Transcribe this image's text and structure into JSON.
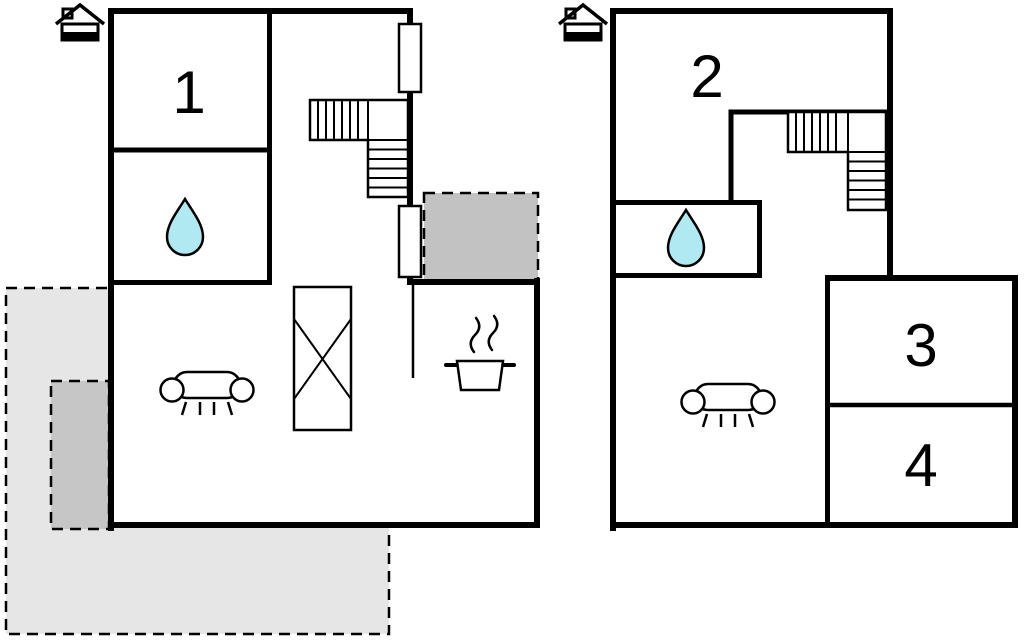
{
  "colors": {
    "wall": "#000000",
    "label_text": "#000000",
    "water_fill": "#b0e9f2",
    "terrace_fill": "#e6e6e6",
    "patio_fill": "#c6c6c6",
    "balcony_fill": "#c2c2c2",
    "furniture_fill": "#ffffff",
    "background": "#ffffff"
  },
  "floor_one": {
    "rooms": {
      "room1": {
        "label": "1"
      }
    },
    "icons": [
      "north-house-icon",
      "staircase-icon",
      "water-drop-icon",
      "sofa-icon",
      "dining-table-icon",
      "stove-icon",
      "window"
    ],
    "areas": [
      "terrace",
      "patio",
      "balcony"
    ]
  },
  "floor_two": {
    "rooms": {
      "room2": {
        "label": "2"
      },
      "room3": {
        "label": "3"
      },
      "room4": {
        "label": "4"
      }
    },
    "icons": [
      "north-house-icon",
      "staircase-icon",
      "water-drop-icon",
      "sofa-icon"
    ]
  }
}
